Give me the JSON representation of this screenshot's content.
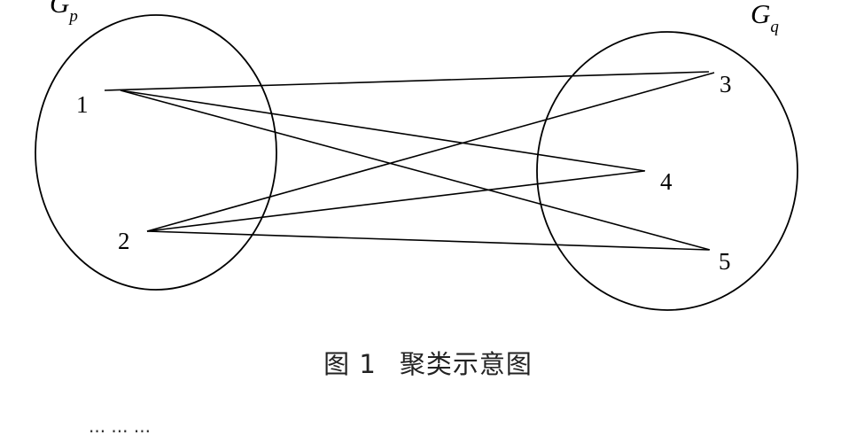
{
  "diagram": {
    "sets": [
      {
        "id": "p",
        "label_main": "G",
        "label_sub": "p"
      },
      {
        "id": "q",
        "label_main": "G",
        "label_sub": "q"
      }
    ],
    "nodes": [
      {
        "id": "1",
        "label": "1",
        "set": "p"
      },
      {
        "id": "2",
        "label": "2",
        "set": "p"
      },
      {
        "id": "3",
        "label": "3",
        "set": "q"
      },
      {
        "id": "4",
        "label": "4",
        "set": "q"
      },
      {
        "id": "5",
        "label": "5",
        "set": "q"
      }
    ],
    "edges": [
      {
        "from": "1",
        "to": "3"
      },
      {
        "from": "1",
        "to": "4"
      },
      {
        "from": "1",
        "to": "5"
      },
      {
        "from": "2",
        "to": "3"
      },
      {
        "from": "2",
        "to": "4"
      },
      {
        "from": "2",
        "to": "5"
      }
    ]
  },
  "caption": {
    "figure_number": "图 1",
    "title": "聚类示意图"
  },
  "bottom_fragment": "... ... ..."
}
